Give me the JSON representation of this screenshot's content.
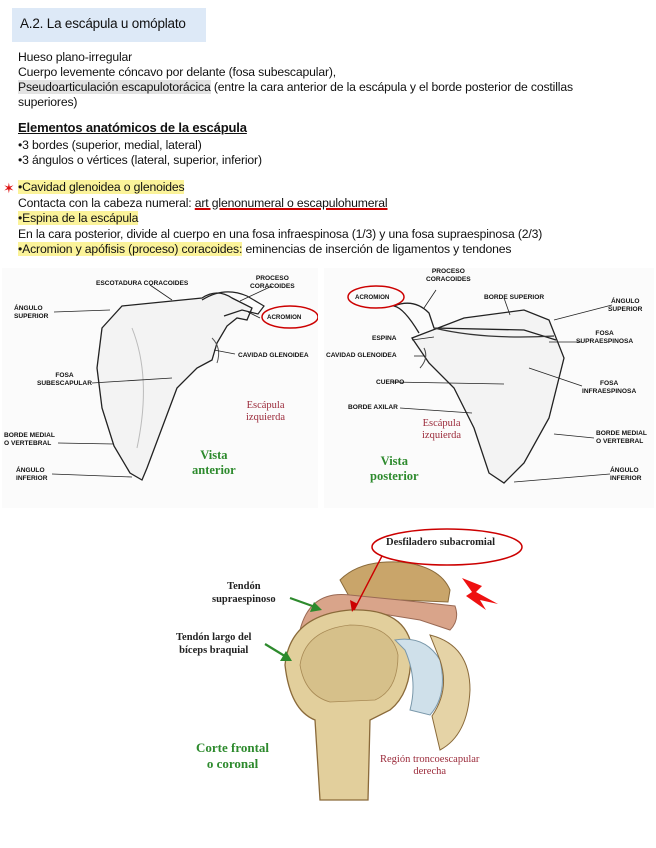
{
  "heading": "A.2. La escápula u omóplato",
  "intro": {
    "line1": "Hueso plano-irregular",
    "line2": "Cuerpo levemente cóncavo por delante (fosa subescapular),",
    "line3_hl": "Pseudoarticulación escapulotorácica",
    "line3_rest": " (entre la cara anterior de la escápula y el borde posterior de costillas",
    "line4": "superiores)"
  },
  "elements": {
    "title": "Elementos anatómicos de la escápula",
    "item1": "•3 bordes (superior, medial, lateral)",
    "item2": "•3 ángulos o vértices (lateral, superior, inferior)",
    "star": "✶",
    "glenoid": "•Cavidad glenoidea o glenoides",
    "contact_pre": "Contacta con la cabeza numeral: ",
    "contact_link": "art glenonumeral o escapulohumeral",
    "spine": "•Espina de la escápula ",
    "spine_desc": "En la cara posterior, divide al cuerpo en una fosa infraespinosa (1/3) y una fosa supraespinosa (2/3)",
    "acromion_hl": "•Acromion y apófisis (proceso) coracoides:",
    "acromion_rest": " eminencias de inserción de ligamentos y tendones"
  },
  "figure_anterior": {
    "escotadura": "ESCOTADURA CORACOIDES",
    "proceso": "PROCESO\nCORACOIDES",
    "angulo_superior": "ÁNGULO\nSUPERIOR",
    "acromion": "ACROMION",
    "cavidad": "CAVIDAD GLENOIDEA",
    "fosa": "FOSA\nSUBESCAPULAR",
    "borde_medial": "BORDE MEDIAL\nO VERTEBRAL",
    "angulo_inferior": "ÁNGULO\nINFERIOR",
    "escapula": "Escápula\nizquierda",
    "vista": "Vista\nanterior"
  },
  "figure_posterior": {
    "proceso": "PROCESO\nCORACOIDES",
    "acromion": "ACROMION",
    "borde_superior": "BORDE SUPERIOR",
    "angulo_superior": "ÁNGULO\nSUPERIOR",
    "espina": "ESPINA",
    "fosa_supra": "FOSA\nSUPRAESPINOSA",
    "cavidad": "CAVIDAD GLENOIDEA",
    "cuerpo": "CUERPO",
    "fosa_infra": "FOSA\nINFRAESPINOSA",
    "borde_axilar": "BORDE AXILAR",
    "escapula": "Escápula\nizquierda",
    "borde_medial": "BORDE MEDIAL\nO VERTEBRAL",
    "vista": "Vista\nposterior",
    "angulo_inferior": "ÁNGULO\nINFERIOR"
  },
  "figure_coronal": {
    "desfiladero": "Desfiladero subacromial",
    "tendon_supra": "Tendón\nsupraespinoso",
    "tendon_biceps": "Tendón largo del\nbíceps braquial",
    "corte": "Corte frontal\no coronal",
    "region": "Región troncoescapular\nderecha"
  },
  "colors": {
    "heading_bg": "#dde9f7",
    "highlight": "#fbf39a",
    "accent_red": "#c00000",
    "green": "#2d8a2d"
  }
}
